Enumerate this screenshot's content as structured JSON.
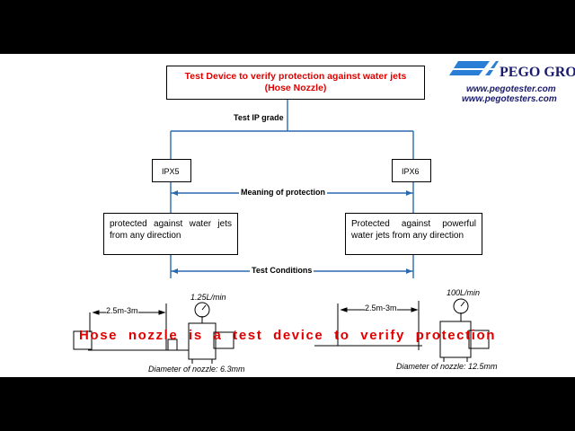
{
  "title": {
    "line1": "Test Device to verify protection against water jets",
    "line2": "(Hose Nozzle)"
  },
  "logo": {
    "name": "PEGO GROUP",
    "urls": [
      "www.pegotester.com",
      "www.pegotesters.com"
    ]
  },
  "labels": {
    "test_ip_grade": "Test IP grade",
    "meaning": "Meaning of protection",
    "conditions": "Test Conditions"
  },
  "grades": [
    {
      "name": "IPX5",
      "protection": "protected against water jets from any direction",
      "distance": "2.5m-3m",
      "flow": "1.25L/min",
      "nozzle": "Diameter of nozzle: 6.3mm"
    },
    {
      "name": "IPX6",
      "protection": "Protected against powerful water jets from any direction",
      "distance": "2.5m-3m",
      "flow": "100L/min",
      "nozzle": "Diameter of nozzle: 12.5mm"
    }
  ],
  "caption": "Hose nozzle is a test device to verify protection",
  "colors": {
    "flow_line": "#2a6ab0",
    "title_text": "#e00000",
    "logo": "#1b1b6e"
  }
}
